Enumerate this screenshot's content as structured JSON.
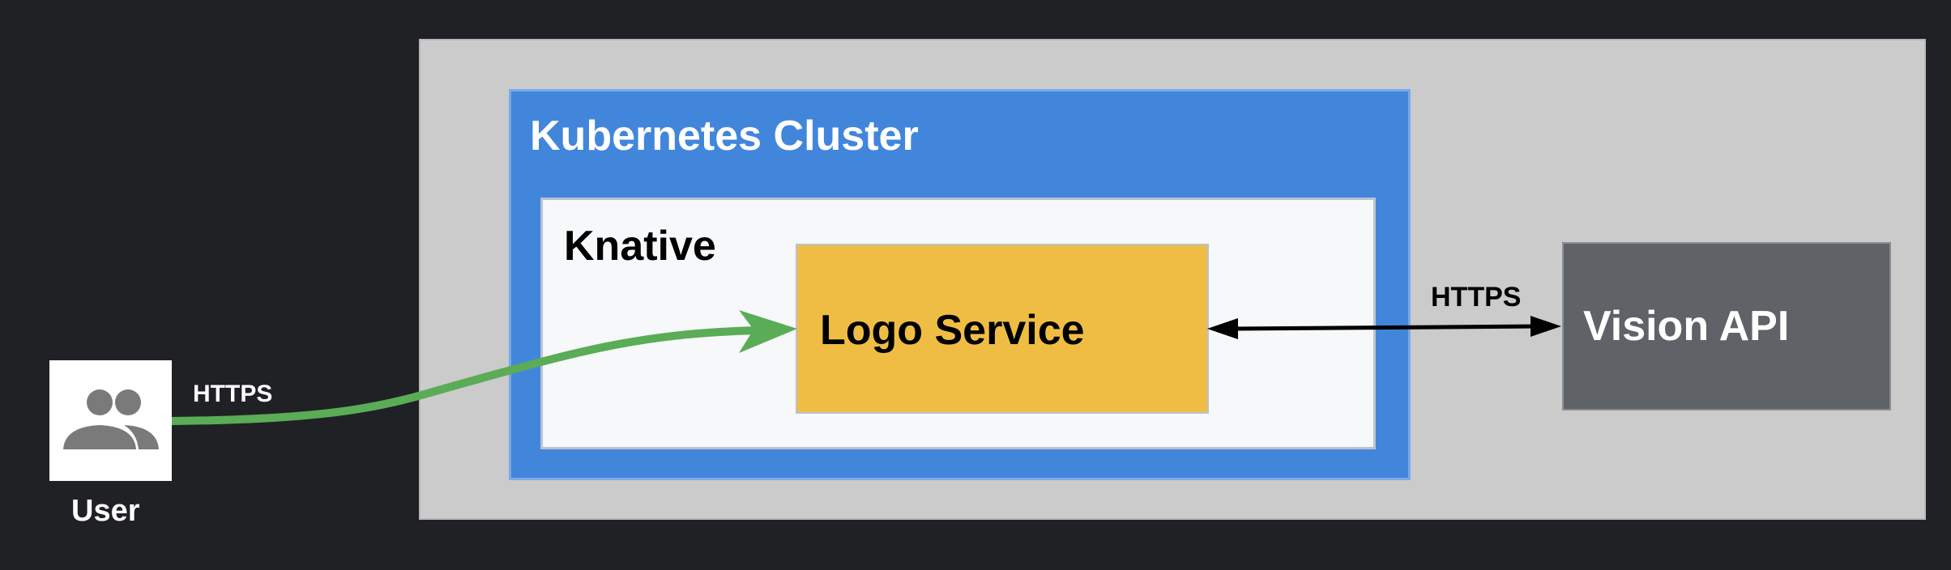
{
  "diagram": {
    "nodes": {
      "user": {
        "label": "User",
        "icon": "user-group-icon"
      },
      "kubernetes_cluster": {
        "label": "Kubernetes Cluster"
      },
      "knative": {
        "label": "Knative"
      },
      "logo_service": {
        "label": "Logo Service"
      },
      "vision_api": {
        "label": "Vision API"
      }
    },
    "edges": [
      {
        "from": "user",
        "to": "logo_service",
        "label": "HTTPS",
        "direction": "forward",
        "color": "#5aac56"
      },
      {
        "from": "logo_service",
        "to": "vision_api",
        "label": "HTTPS",
        "direction": "both",
        "color": "#000000"
      }
    ],
    "colors": {
      "background": "#202124",
      "outer_region": "#cbcbcb",
      "kubernetes_cluster": "#4286dc",
      "knative": "#f6f8fa",
      "logo_service": "#f0bd44",
      "vision_api": "#5f6368",
      "user_tile": "#ffffff"
    }
  }
}
